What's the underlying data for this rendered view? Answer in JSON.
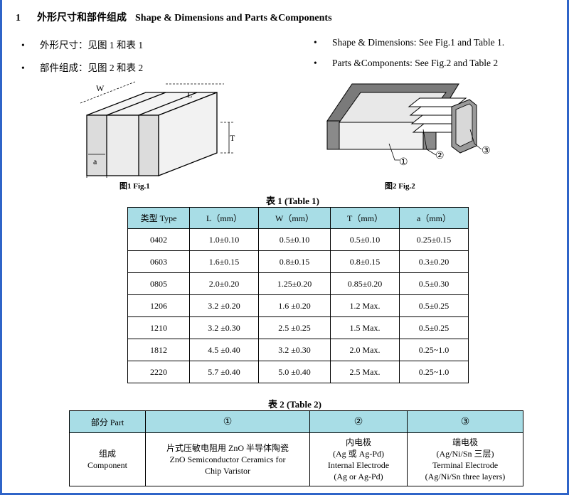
{
  "heading": {
    "number": "1",
    "cn": "外形尺寸和部件组成",
    "en": "Shape & Dimensions and Parts &Components"
  },
  "bullets": {
    "left": [
      "外形尺寸：见图 1 和表 1",
      "部件组成：见图 2 和表 2"
    ],
    "right": [
      "Shape & Dimensions: See Fig.1 and Table 1.",
      "Parts &Components: See Fig.2 and Table 2"
    ],
    "symbol": "•"
  },
  "fig1": {
    "labels": {
      "W": "W",
      "L": "L",
      "T": "T",
      "a": "a"
    },
    "caption": "图1   Fig.1"
  },
  "fig2": {
    "markers": [
      "①",
      "②",
      "③"
    ],
    "caption": "图2   Fig.2"
  },
  "table1": {
    "title": "表 1 (Table 1)",
    "headers": [
      "类型 Type",
      "L（mm）",
      "W（mm）",
      "T（mm）",
      "a（mm）"
    ],
    "rows": [
      [
        "0402",
        "1.0±0.10",
        "0.5±0.10",
        "0.5±0.10",
        "0.25±0.15"
      ],
      [
        "0603",
        "1.6±0.15",
        "0.8±0.15",
        "0.8±0.15",
        "0.3±0.20"
      ],
      [
        "0805",
        "2.0±0.20",
        "1.25±0.20",
        "0.85±0.20",
        "0.5±0.30"
      ],
      [
        "1206",
        "3.2 ±0.20",
        "1.6 ±0.20",
        "1.2 Max.",
        "0.5±0.25"
      ],
      [
        "1210",
        "3.2 ±0.30",
        "2.5 ±0.25",
        "1.5 Max.",
        "0.5±0.25"
      ],
      [
        "1812",
        "4.5 ±0.40",
        "3.2 ±0.30",
        "2.0 Max.",
        "0.25~1.0"
      ],
      [
        "2220",
        "5.7 ±0.40",
        "5.0 ±0.40",
        "2.5 Max.",
        "0.25~1.0"
      ]
    ]
  },
  "table2": {
    "title": "表 2 (Table 2)",
    "headers": [
      "部分 Part",
      "①",
      "②",
      "③"
    ],
    "row_label": [
      "组成",
      "Component"
    ],
    "cells": [
      [
        "片式压敏电阻用 ZnO 半导体陶瓷",
        "ZnO Semiconductor Ceramics for",
        "Chip Varistor"
      ],
      [
        "内电极",
        "(Ag 或 Ag-Pd)",
        "Internal Electrode",
        "(Ag or Ag-Pd)"
      ],
      [
        "端电极",
        "(Ag/Ni/Sn 三层)",
        "Terminal Electrode",
        "(Ag/Ni/Sn three layers)"
      ]
    ]
  }
}
